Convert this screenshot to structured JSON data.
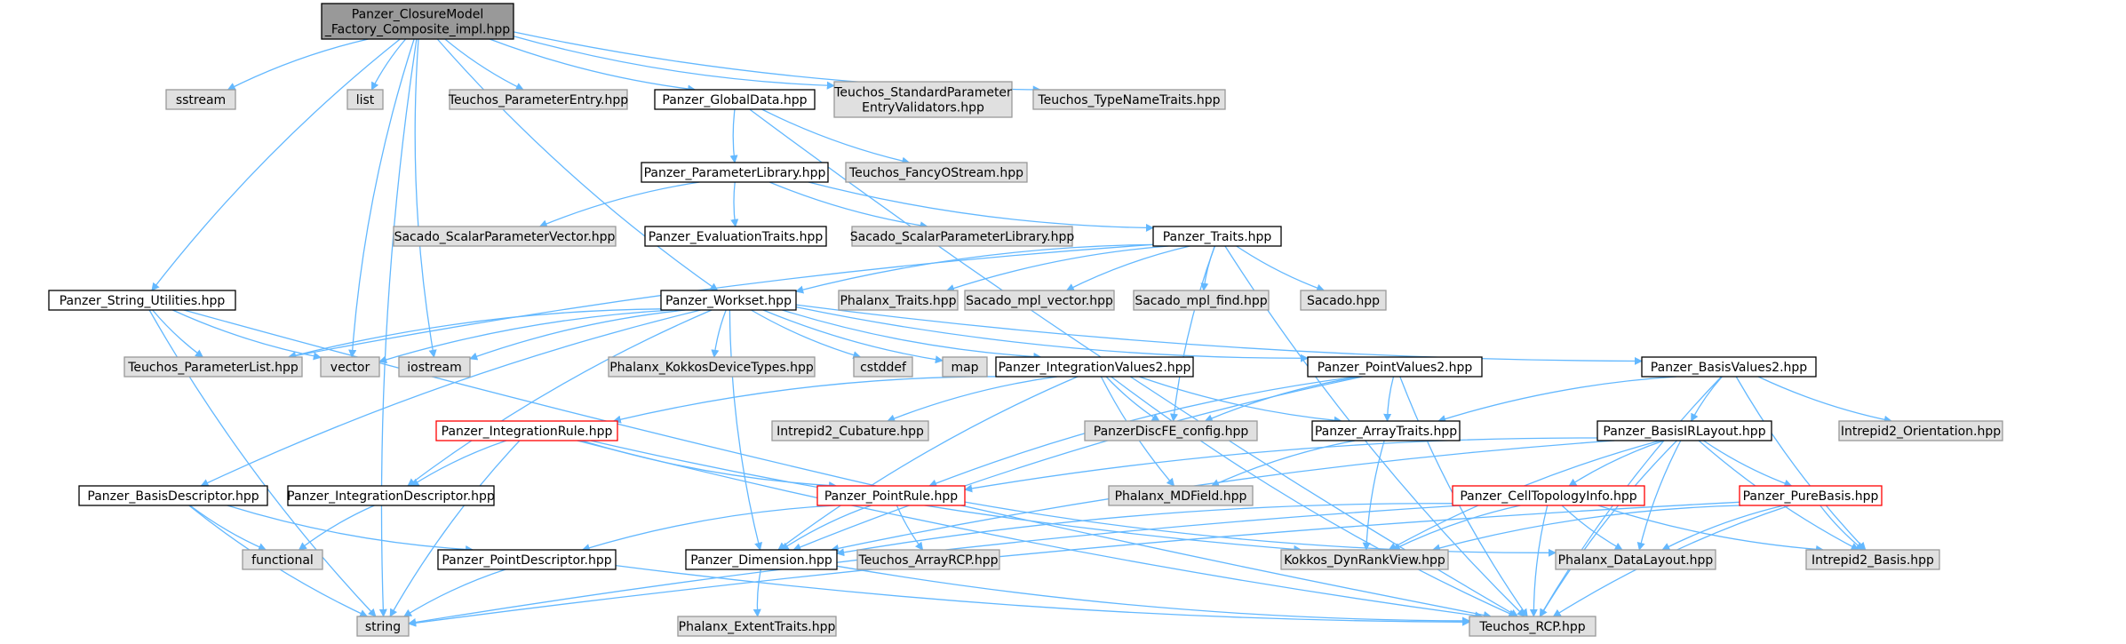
{
  "colors": {
    "focus_fill": "#999999",
    "documented_fill": "#ffffff",
    "external_fill": "#e0e0e0",
    "documented_stroke": "#000000",
    "external_stroke": "#999999",
    "missing_stroke": "#ff0000",
    "edge": "#63b8ff"
  },
  "nodes": [
    {
      "id": "root",
      "lines": [
        "Panzer_ClosureModel",
        "_Factory_Composite_impl.hpp"
      ],
      "kind": "focus"
    },
    {
      "id": "sstream",
      "lines": [
        "sstream"
      ],
      "kind": "external"
    },
    {
      "id": "list",
      "lines": [
        "list"
      ],
      "kind": "external"
    },
    {
      "id": "param_entry",
      "lines": [
        "Teuchos_ParameterEntry.hpp"
      ],
      "kind": "external"
    },
    {
      "id": "global_data",
      "lines": [
        "Panzer_GlobalData.hpp"
      ],
      "kind": "documented"
    },
    {
      "id": "std_param_validators",
      "lines": [
        "Teuchos_StandardParameter",
        "EntryValidators.hpp"
      ],
      "kind": "external"
    },
    {
      "id": "type_name_traits",
      "lines": [
        "Teuchos_TypeNameTraits.hpp"
      ],
      "kind": "external"
    },
    {
      "id": "param_library",
      "lines": [
        "Panzer_ParameterLibrary.hpp"
      ],
      "kind": "documented"
    },
    {
      "id": "fancy_ostream",
      "lines": [
        "Teuchos_FancyOStream.hpp"
      ],
      "kind": "external"
    },
    {
      "id": "scalar_param_vector",
      "lines": [
        "Sacado_ScalarParameterVector.hpp"
      ],
      "kind": "external"
    },
    {
      "id": "eval_traits",
      "lines": [
        "Panzer_EvaluationTraits.hpp"
      ],
      "kind": "documented"
    },
    {
      "id": "scalar_param_library",
      "lines": [
        "Sacado_ScalarParameterLibrary.hpp"
      ],
      "kind": "external"
    },
    {
      "id": "traits",
      "lines": [
        "Panzer_Traits.hpp"
      ],
      "kind": "documented"
    },
    {
      "id": "string_utils",
      "lines": [
        "Panzer_String_Utilities.hpp"
      ],
      "kind": "documented"
    },
    {
      "id": "workset",
      "lines": [
        "Panzer_Workset.hpp"
      ],
      "kind": "documented"
    },
    {
      "id": "phalanx_traits",
      "lines": [
        "Phalanx_Traits.hpp"
      ],
      "kind": "external"
    },
    {
      "id": "mpl_vector",
      "lines": [
        "Sacado_mpl_vector.hpp"
      ],
      "kind": "external"
    },
    {
      "id": "mpl_find",
      "lines": [
        "Sacado_mpl_find.hpp"
      ],
      "kind": "external"
    },
    {
      "id": "sacado",
      "lines": [
        "Sacado.hpp"
      ],
      "kind": "external"
    },
    {
      "id": "param_list",
      "lines": [
        "Teuchos_ParameterList.hpp"
      ],
      "kind": "external"
    },
    {
      "id": "vector",
      "lines": [
        "vector"
      ],
      "kind": "external"
    },
    {
      "id": "iostream",
      "lines": [
        "iostream"
      ],
      "kind": "external"
    },
    {
      "id": "kokkos_device_types",
      "lines": [
        "Phalanx_KokkosDeviceTypes.hpp"
      ],
      "kind": "external"
    },
    {
      "id": "cstddef",
      "lines": [
        "cstddef"
      ],
      "kind": "external"
    },
    {
      "id": "map",
      "lines": [
        "map"
      ],
      "kind": "external"
    },
    {
      "id": "integration_values2",
      "lines": [
        "Panzer_IntegrationValues2.hpp"
      ],
      "kind": "documented"
    },
    {
      "id": "point_values2",
      "lines": [
        "Panzer_PointValues2.hpp"
      ],
      "kind": "documented"
    },
    {
      "id": "basis_values2",
      "lines": [
        "Panzer_BasisValues2.hpp"
      ],
      "kind": "documented"
    },
    {
      "id": "integration_rule",
      "lines": [
        "Panzer_IntegrationRule.hpp"
      ],
      "kind": "missing"
    },
    {
      "id": "cubature",
      "lines": [
        "Intrepid2_Cubature.hpp"
      ],
      "kind": "external"
    },
    {
      "id": "disc_fe_config",
      "lines": [
        "PanzerDiscFE_config.hpp"
      ],
      "kind": "external"
    },
    {
      "id": "array_traits",
      "lines": [
        "Panzer_ArrayTraits.hpp"
      ],
      "kind": "documented"
    },
    {
      "id": "basis_ir_layout",
      "lines": [
        "Panzer_BasisIRLayout.hpp"
      ],
      "kind": "documented"
    },
    {
      "id": "orientation",
      "lines": [
        "Intrepid2_Orientation.hpp"
      ],
      "kind": "external"
    },
    {
      "id": "basis_descriptor",
      "lines": [
        "Panzer_BasisDescriptor.hpp"
      ],
      "kind": "documented"
    },
    {
      "id": "integration_descriptor",
      "lines": [
        "Panzer_IntegrationDescriptor.hpp"
      ],
      "kind": "documented"
    },
    {
      "id": "point_rule",
      "lines": [
        "Panzer_PointRule.hpp"
      ],
      "kind": "missing"
    },
    {
      "id": "md_field",
      "lines": [
        "Phalanx_MDField.hpp"
      ],
      "kind": "external"
    },
    {
      "id": "cell_topology_info",
      "lines": [
        "Panzer_CellTopologyInfo.hpp"
      ],
      "kind": "missing"
    },
    {
      "id": "pure_basis",
      "lines": [
        "Panzer_PureBasis.hpp"
      ],
      "kind": "missing"
    },
    {
      "id": "functional",
      "lines": [
        "functional"
      ],
      "kind": "external"
    },
    {
      "id": "point_descriptor",
      "lines": [
        "Panzer_PointDescriptor.hpp"
      ],
      "kind": "documented"
    },
    {
      "id": "dimension",
      "lines": [
        "Panzer_Dimension.hpp"
      ],
      "kind": "documented"
    },
    {
      "id": "array_rcp",
      "lines": [
        "Teuchos_ArrayRCP.hpp"
      ],
      "kind": "external"
    },
    {
      "id": "dyn_rank_view",
      "lines": [
        "Kokkos_DynRankView.hpp"
      ],
      "kind": "external"
    },
    {
      "id": "data_layout",
      "lines": [
        "Phalanx_DataLayout.hpp"
      ],
      "kind": "external"
    },
    {
      "id": "intrepid2_basis",
      "lines": [
        "Intrepid2_Basis.hpp"
      ],
      "kind": "external"
    },
    {
      "id": "string",
      "lines": [
        "string"
      ],
      "kind": "external"
    },
    {
      "id": "extent_traits",
      "lines": [
        "Phalanx_ExtentTraits.hpp"
      ],
      "kind": "external"
    },
    {
      "id": "rcp",
      "lines": [
        "Teuchos_RCP.hpp"
      ],
      "kind": "external"
    }
  ],
  "edges": [
    [
      "root",
      "sstream"
    ],
    [
      "root",
      "list"
    ],
    [
      "root",
      "param_entry"
    ],
    [
      "root",
      "global_data"
    ],
    [
      "root",
      "std_param_validators"
    ],
    [
      "root",
      "type_name_traits"
    ],
    [
      "root",
      "string_utils"
    ],
    [
      "root",
      "workset"
    ],
    [
      "root",
      "vector"
    ],
    [
      "root",
      "iostream"
    ],
    [
      "root",
      "string"
    ],
    [
      "global_data",
      "param_library"
    ],
    [
      "global_data",
      "fancy_ostream"
    ],
    [
      "global_data",
      "rcp"
    ],
    [
      "param_library",
      "scalar_param_vector"
    ],
    [
      "param_library",
      "eval_traits"
    ],
    [
      "param_library",
      "scalar_param_library"
    ],
    [
      "param_library",
      "traits"
    ],
    [
      "traits",
      "phalanx_traits"
    ],
    [
      "traits",
      "mpl_vector"
    ],
    [
      "traits",
      "mpl_find"
    ],
    [
      "traits",
      "sacado"
    ],
    [
      "traits",
      "workset"
    ],
    [
      "traits",
      "param_list"
    ],
    [
      "traits",
      "disc_fe_config"
    ],
    [
      "traits",
      "rcp"
    ],
    [
      "string_utils",
      "param_list"
    ],
    [
      "string_utils",
      "vector"
    ],
    [
      "string_utils",
      "string"
    ],
    [
      "string_utils",
      "rcp"
    ],
    [
      "workset",
      "param_list"
    ],
    [
      "workset",
      "vector"
    ],
    [
      "workset",
      "iostream"
    ],
    [
      "workset",
      "kokkos_device_types"
    ],
    [
      "workset",
      "cstddef"
    ],
    [
      "workset",
      "map"
    ],
    [
      "workset",
      "integration_values2"
    ],
    [
      "workset",
      "point_values2"
    ],
    [
      "workset",
      "basis_values2"
    ],
    [
      "workset",
      "basis_descriptor"
    ],
    [
      "workset",
      "integration_descriptor"
    ],
    [
      "workset",
      "dimension"
    ],
    [
      "integration_values2",
      "integration_rule"
    ],
    [
      "integration_values2",
      "cubature"
    ],
    [
      "integration_values2",
      "disc_fe_config"
    ],
    [
      "integration_values2",
      "array_traits"
    ],
    [
      "integration_values2",
      "md_field"
    ],
    [
      "integration_values2",
      "dimension"
    ],
    [
      "integration_values2",
      "rcp"
    ],
    [
      "point_values2",
      "disc_fe_config"
    ],
    [
      "point_values2",
      "array_traits"
    ],
    [
      "point_values2",
      "point_rule"
    ],
    [
      "point_values2",
      "dimension"
    ],
    [
      "point_values2",
      "rcp"
    ],
    [
      "basis_values2",
      "array_traits"
    ],
    [
      "basis_values2",
      "basis_ir_layout"
    ],
    [
      "basis_values2",
      "orientation"
    ],
    [
      "basis_values2",
      "intrepid2_basis"
    ],
    [
      "basis_values2",
      "rcp"
    ],
    [
      "integration_rule",
      "integration_descriptor"
    ],
    [
      "integration_rule",
      "point_rule"
    ],
    [
      "integration_rule",
      "dyn_rank_view"
    ],
    [
      "integration_rule",
      "string"
    ],
    [
      "integration_rule",
      "rcp"
    ],
    [
      "array_traits",
      "md_field"
    ],
    [
      "array_traits",
      "dyn_rank_view"
    ],
    [
      "basis_ir_layout",
      "cell_topology_info"
    ],
    [
      "basis_ir_layout",
      "pure_basis"
    ],
    [
      "basis_ir_layout",
      "point_rule"
    ],
    [
      "basis_ir_layout",
      "dimension"
    ],
    [
      "basis_ir_layout",
      "dyn_rank_view"
    ],
    [
      "basis_ir_layout",
      "data_layout"
    ],
    [
      "basis_ir_layout",
      "intrepid2_basis"
    ],
    [
      "basis_ir_layout",
      "rcp"
    ],
    [
      "basis_descriptor",
      "functional"
    ],
    [
      "basis_descriptor",
      "point_descriptor"
    ],
    [
      "basis_descriptor",
      "string"
    ],
    [
      "integration_descriptor",
      "functional"
    ],
    [
      "point_rule",
      "point_descriptor"
    ],
    [
      "point_rule",
      "array_rcp"
    ],
    [
      "point_rule",
      "data_layout"
    ],
    [
      "point_rule",
      "dimension"
    ],
    [
      "cell_topology_info",
      "dimension"
    ],
    [
      "cell_topology_info",
      "dyn_rank_view"
    ],
    [
      "cell_topology_info",
      "data_layout"
    ],
    [
      "cell_topology_info",
      "intrepid2_basis"
    ],
    [
      "cell_topology_info",
      "string"
    ],
    [
      "cell_topology_info",
      "rcp"
    ],
    [
      "pure_basis",
      "dyn_rank_view"
    ],
    [
      "pure_basis",
      "data_layout"
    ],
    [
      "pure_basis",
      "intrepid2_basis"
    ],
    [
      "pure_basis",
      "string"
    ],
    [
      "pure_basis",
      "rcp"
    ],
    [
      "point_descriptor",
      "string"
    ],
    [
      "point_descriptor",
      "rcp"
    ],
    [
      "dimension",
      "extent_traits"
    ],
    [
      "dimension",
      "rcp"
    ]
  ]
}
